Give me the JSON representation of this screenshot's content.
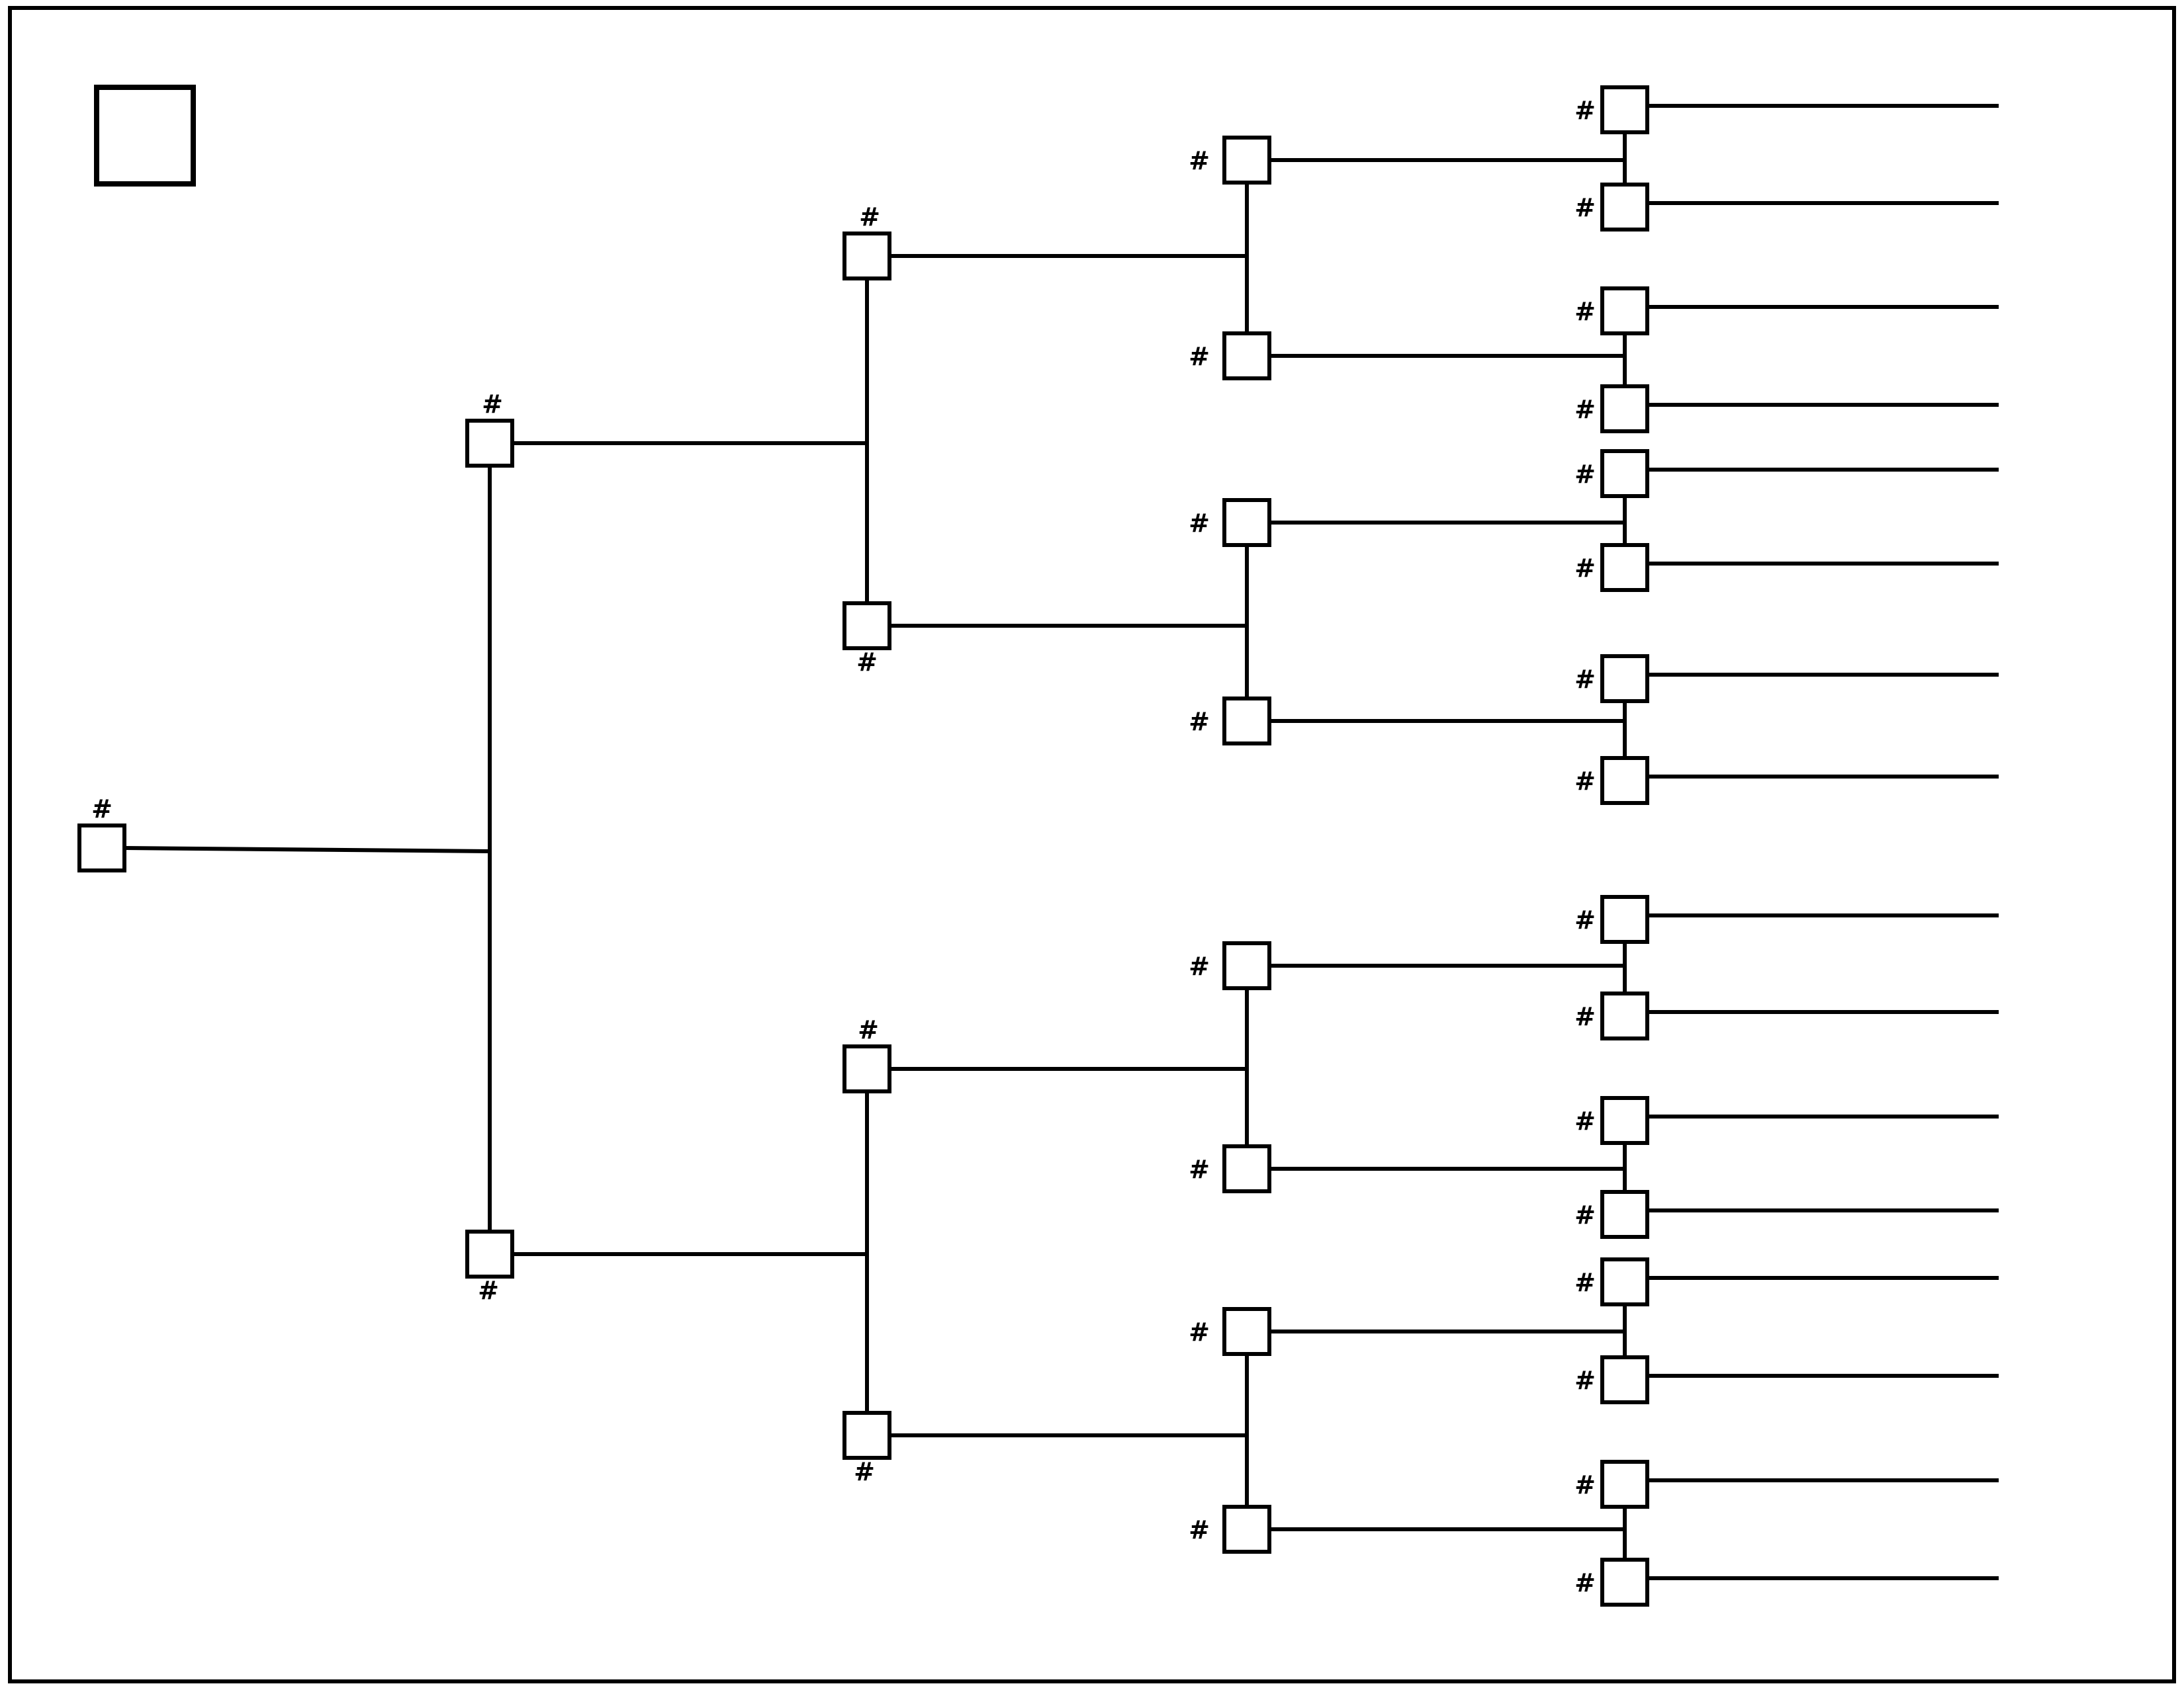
{
  "legend": {
    "label": ""
  },
  "number_marker": "#",
  "generations": [
    {
      "level": 1,
      "count": 1,
      "marker": "#"
    },
    {
      "level": 2,
      "count": 2,
      "marker": "#"
    },
    {
      "level": 3,
      "count": 4,
      "marker": "#"
    },
    {
      "level": 4,
      "count": 8,
      "marker": "#"
    },
    {
      "level": 5,
      "count": 16,
      "marker": "#"
    }
  ],
  "colors": {
    "stroke": "#000000",
    "background": "#ffffff"
  }
}
